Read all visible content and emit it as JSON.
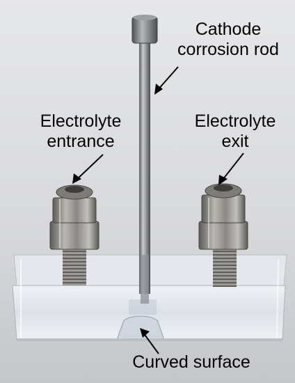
{
  "annotations": {
    "cathode_line1": "Cathode",
    "cathode_line2": "corrosion rod",
    "entrance_line1": "Electrolyte",
    "entrance_line2": "entrance",
    "exit_line1": "Electrolyte",
    "exit_line2": "exit",
    "surface": "Curved surface"
  },
  "colors": {
    "background": "#d9dadc",
    "label_text": "#000000",
    "steel": "#8d8f93",
    "acrylic": "#e3e7ec"
  }
}
